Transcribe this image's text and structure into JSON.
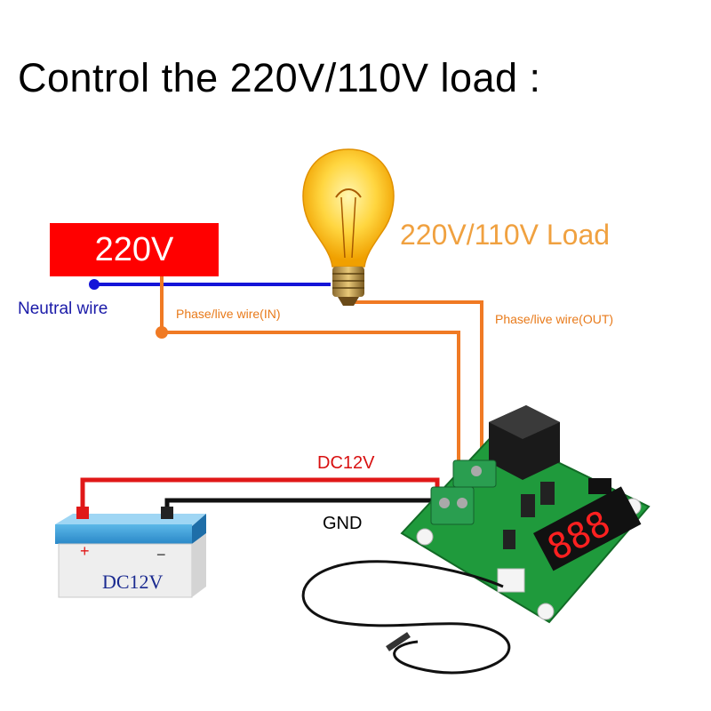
{
  "title": "Control the 220V/110V load :",
  "supply": {
    "voltage_label": "220V",
    "neutral_label": "Neutral wire",
    "phase_in_label": "Phase/live wire(IN)"
  },
  "load": {
    "label": "220V/110V Load",
    "phase_out_label": "Phase/live wire(OUT)"
  },
  "power": {
    "dc_label": "DC12V",
    "gnd_label": "GND"
  },
  "battery": {
    "label": "DC12V",
    "plus": "+",
    "minus": "−"
  },
  "display": {
    "digits": "888"
  },
  "colors": {
    "neutral": "#1414d8",
    "phase": "#f07a24",
    "dc_positive": "#e01818",
    "ground": "#111111",
    "supply_box": "#ff0000",
    "load_text": "#f0a140",
    "pcb": "#1f9a3c",
    "relay": "#1a1a1a",
    "display_digits": "#ff2020"
  }
}
